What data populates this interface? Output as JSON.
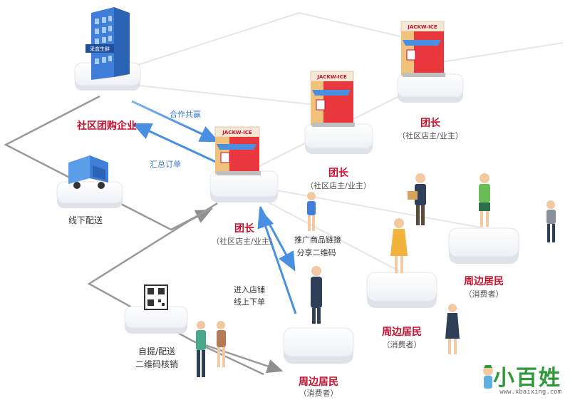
{
  "nodes": {
    "enterprise": {
      "title": "社区团购企业",
      "building_sign": "采盒生鲜"
    },
    "central_leader": {
      "title": "团长",
      "subtitle": "（社区店主/业主）"
    },
    "leader_mid": {
      "title": "团长",
      "subtitle": "（社区店主/业主）"
    },
    "leader_top": {
      "title": "团长",
      "subtitle": "（社区店主/业主）"
    },
    "resident_bottom": {
      "title": "周边居民",
      "subtitle": "（消费者）"
    },
    "resident_mid": {
      "title": "周边居民",
      "subtitle": "（消费者）"
    },
    "resident_right": {
      "title": "周边居民",
      "subtitle": "（消费者）"
    },
    "delivery": {
      "title": "线下配送"
    },
    "qr_pickup": {
      "line1": "自提/配送",
      "line2": "二维码核销"
    }
  },
  "store_sign": "JACKW-ICE",
  "edges": {
    "cooperate": "合作共赢",
    "aggregate_orders": "汇总订单",
    "promote_line1": "推广商品链接",
    "promote_line2": "分享二维码",
    "enter_store_line1": "进入店铺",
    "enter_store_line2": "线上下单"
  },
  "watermark": {
    "title": "小百姓",
    "url": "www.xbaixing.com"
  },
  "colors": {
    "accent_red": "#c8102e",
    "arrow_blue": "#4a90e2",
    "line_gray": "#9a9a9a",
    "platform_top": "#ffffff",
    "store_red": "#e8383d",
    "building_blue": "#3f7fd9",
    "watermark_green": "#2e9a3a"
  }
}
